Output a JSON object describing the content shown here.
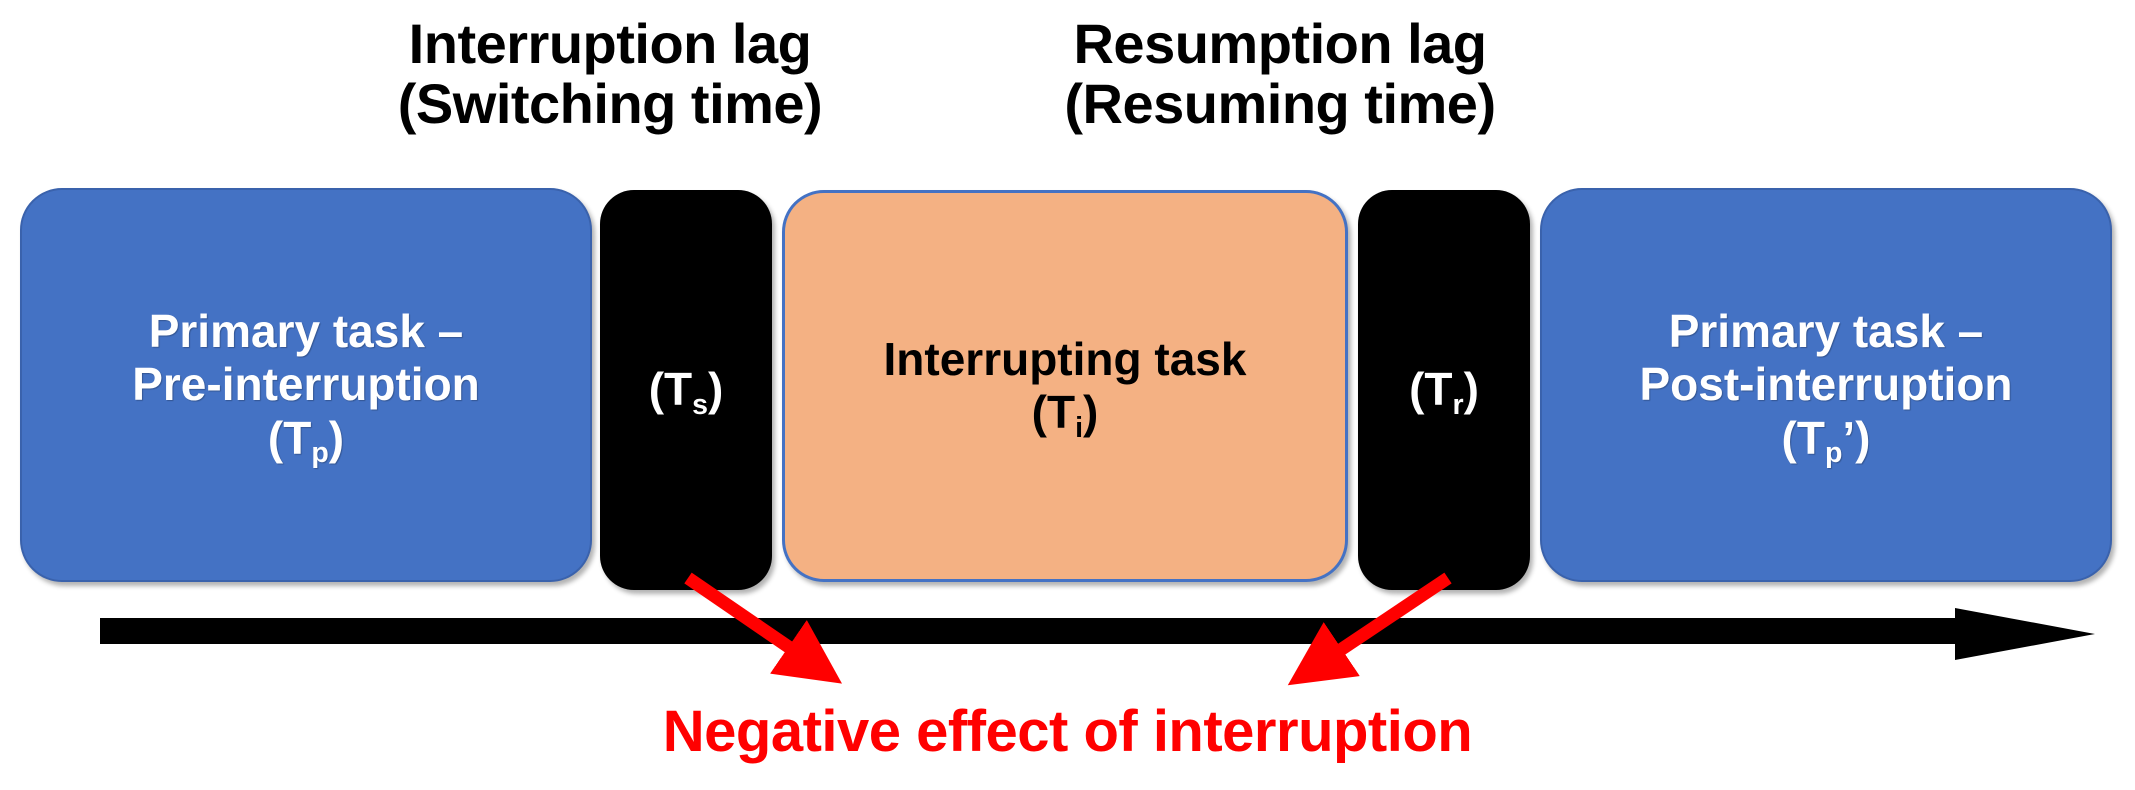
{
  "diagram": {
    "title": "Interruption timeline diagram",
    "colors": {
      "primary_task_blue": "#4472C4",
      "interrupting_task_orange": "#F4B183",
      "lag_black": "#000000",
      "negative_effect_red": "#FF0000",
      "background": "#FFFFFF"
    },
    "top_labels": [
      {
        "name": "interruption-lag",
        "line1": "Interruption lag",
        "line2": "(Switching time)"
      },
      {
        "name": "resumption-lag",
        "line1": "Resumption lag",
        "line2": "(Resuming time)"
      }
    ],
    "boxes": {
      "pre_interruption": {
        "line1": "Primary task –",
        "line2": "Pre-interruption",
        "symbol_open": "(T",
        "symbol_sub": "p",
        "symbol_close": ")"
      },
      "switching": {
        "symbol_open": "(T",
        "symbol_sub": "s",
        "symbol_close": ")"
      },
      "interrupting": {
        "line1": "Interrupting task",
        "symbol_open": "(T",
        "symbol_sub": "i",
        "symbol_close": ")"
      },
      "resuming": {
        "symbol_open": "(T",
        "symbol_sub": "r",
        "symbol_close": ")"
      },
      "post_interruption": {
        "line1": "Primary task –",
        "line2": "Post-interruption",
        "symbol_open": "(T",
        "symbol_sub": "p",
        "symbol_close": "’)"
      }
    },
    "timeline": {
      "name": "time-axis-arrow",
      "direction": "left-to-right"
    },
    "annotations": {
      "negative_effect": "Negative effect of interruption",
      "arrow_from_switching": "points down-right from switching-time box",
      "arrow_from_resuming": "points down-left from resuming-time box"
    }
  }
}
